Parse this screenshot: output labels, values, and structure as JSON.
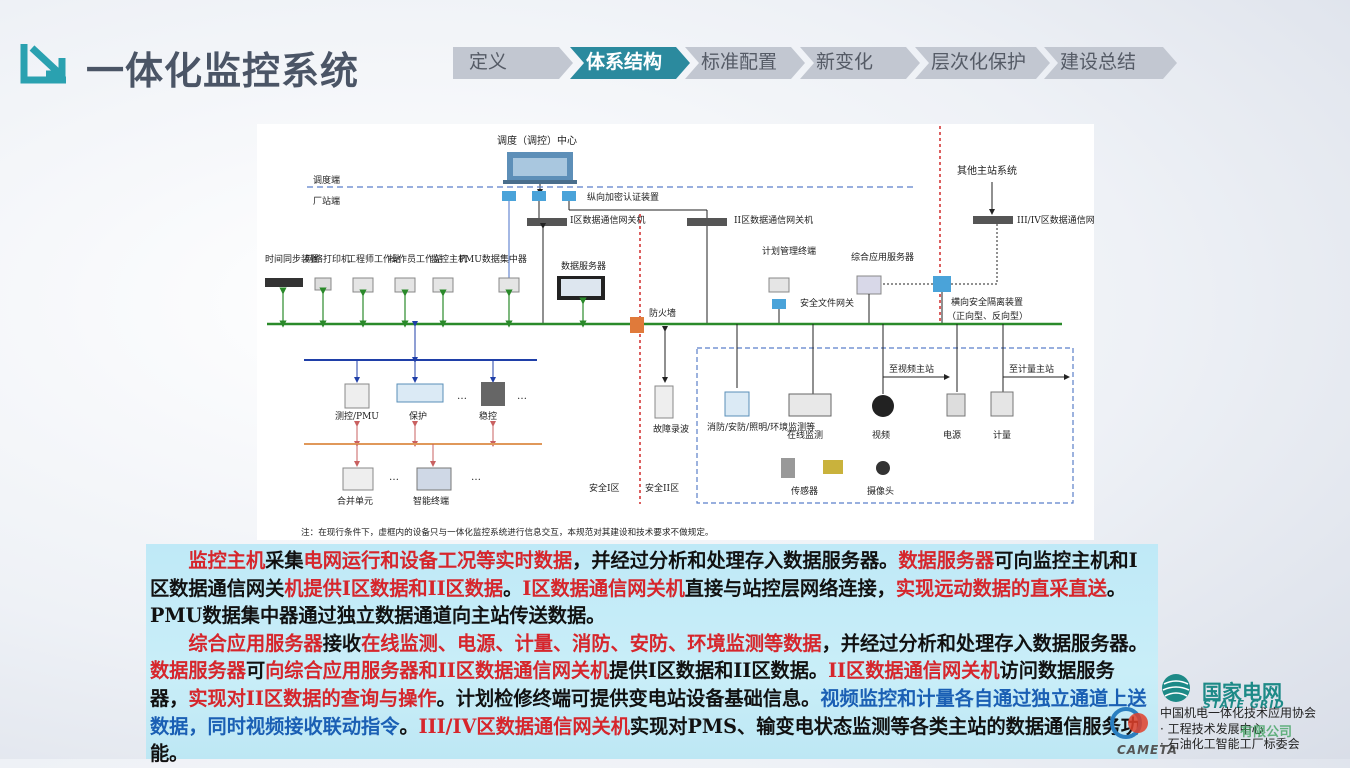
{
  "page": {
    "title": "一体化监控系统",
    "title_icon": "arrow-down-right-icon",
    "accent_color": "#2b8a9e"
  },
  "nav": {
    "tabs": [
      {
        "label": "定义",
        "active": false
      },
      {
        "label": "体系结构",
        "active": true
      },
      {
        "label": "标准配置",
        "active": false
      },
      {
        "label": "新变化",
        "active": false
      },
      {
        "label": "层次化保护",
        "active": false
      },
      {
        "label": "建设总结",
        "active": false
      }
    ]
  },
  "diagram": {
    "center": "调度（调控）中心",
    "dispatch_side": "调度端",
    "plant_side": "厂站端",
    "encryption": "纵向加密认证装置",
    "gw1": "I区数据通信网关机",
    "gw2": "II区数据通信网关机",
    "other_master": "其他主站系统",
    "gw34": "III/IV区数据通信网关机",
    "time_sync": "时间同步装置",
    "printer": "网络打印机",
    "engineer": "工程师工作站",
    "operator": "操作员工作站",
    "monitor_host": "监控主机",
    "pmu": "PMU数据集中器",
    "data_server": "数据服务器",
    "plan_terminal": "计划管理终端",
    "app_server": "综合应用服务器",
    "file_gateway": "安全文件网关",
    "firewall": "防火墙",
    "isolation": "横向安全隔离装置",
    "isolation_sub": "（正向型、反向型）",
    "measure_pmu": "测控/PMU",
    "protection": "保护",
    "stability": "稳控",
    "merging_unit": "合并单元",
    "smart_terminal": "智能终端",
    "fault_recorder": "故障录波",
    "fire": "消防/安防/照明/环境监测等",
    "online_monitor": "在线监测",
    "video": "视频",
    "power": "电源",
    "metering": "计量",
    "sensor": "传感器",
    "camera": "摄像头",
    "to_video": "至视频主站",
    "to_metering": "至计量主站",
    "zone1": "安全I区",
    "zone2": "安全II区",
    "ellipsis": "…",
    "note": "注：在现行条件下，虚框内的设备只与一体化监控系统进行信息交互，本规范对其建设和技术要求不做规定。"
  },
  "description": {
    "p1": [
      {
        "t": "监控主机",
        "c": "r"
      },
      {
        "t": "采集",
        "c": ""
      },
      {
        "t": "电网运行和设备工况等实时数据",
        "c": "r"
      },
      {
        "t": "，并经过分析和处理存入数据服务器。",
        "c": ""
      },
      {
        "t": "数据服务器",
        "c": "r"
      },
      {
        "t": "可向监控主机和I区数据通信网关",
        "c": ""
      },
      {
        "t": "机提供I区数据和II区数据",
        "c": "r"
      },
      {
        "t": "。",
        "c": ""
      },
      {
        "t": "I区数据通信网关机",
        "c": "r"
      },
      {
        "t": "直接与站控层网络连接，",
        "c": ""
      },
      {
        "t": "实现远动数据的直采直送",
        "c": "r"
      },
      {
        "t": "。PMU数据集中器通过独立数据通道向主站传送数据。",
        "c": ""
      }
    ],
    "p2": [
      {
        "t": "综合应用服务器",
        "c": "r"
      },
      {
        "t": "接收",
        "c": ""
      },
      {
        "t": "在线监测、电源、计量、消防、安防、环境监测等数据",
        "c": "r"
      },
      {
        "t": "，并经过分析和处理存入数据服务器。",
        "c": ""
      },
      {
        "t": "数据服务器",
        "c": "r"
      },
      {
        "t": "可",
        "c": ""
      },
      {
        "t": "向综合应用服务器和II区数据通信网关机",
        "c": "r"
      },
      {
        "t": "提供I区数据和II区数据。",
        "c": ""
      },
      {
        "t": "II区数据通信网关机",
        "c": "r"
      },
      {
        "t": "访问数据服务器，",
        "c": ""
      },
      {
        "t": "实现对II区数据的查询与操作",
        "c": "r"
      },
      {
        "t": "。计划检修终端可提供变电站设备基础信息。",
        "c": ""
      },
      {
        "t": "视频监控和计量各自通过独立通道上送数据，同时视频接收联动指令",
        "c": "b"
      },
      {
        "t": "。",
        "c": ""
      },
      {
        "t": "III/IV区数据通信网关机",
        "c": "r"
      },
      {
        "t": "实现对PMS、输变电状态监测等各类主站的数据通信服务功能。",
        "c": ""
      }
    ]
  },
  "logos": {
    "state_grid_cn": "国家电网",
    "state_grid_en": "STATE GRID",
    "assoc_title": "中国机电一体化技术应用协会",
    "assoc_line2": "· 工程技术发展中心",
    "assoc_line3": "· 石油化工智能工厂标委会",
    "cameta": "CAMETA",
    "watermark": "有限公司"
  }
}
